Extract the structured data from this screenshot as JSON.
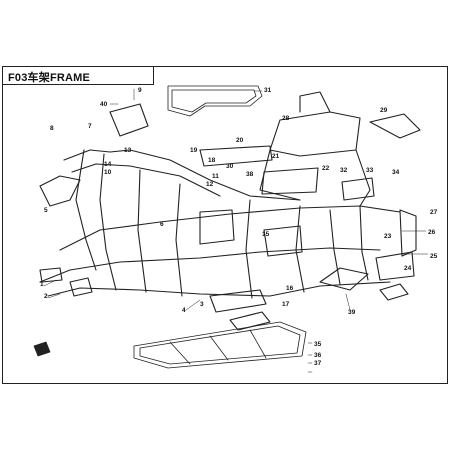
{
  "header": {
    "title": "F03车架FRAME"
  },
  "callouts": [
    "1",
    "2",
    "3",
    "4",
    "5",
    "6",
    "7",
    "8",
    "9",
    "10",
    "11",
    "12",
    "13",
    "14",
    "15",
    "16",
    "17",
    "18",
    "19",
    "20",
    "21",
    "22",
    "23",
    "24",
    "25",
    "26",
    "27",
    "28",
    "29",
    "30",
    "31",
    "32",
    "33",
    "34",
    "35",
    "36",
    "37",
    "38",
    "39",
    "40"
  ]
}
